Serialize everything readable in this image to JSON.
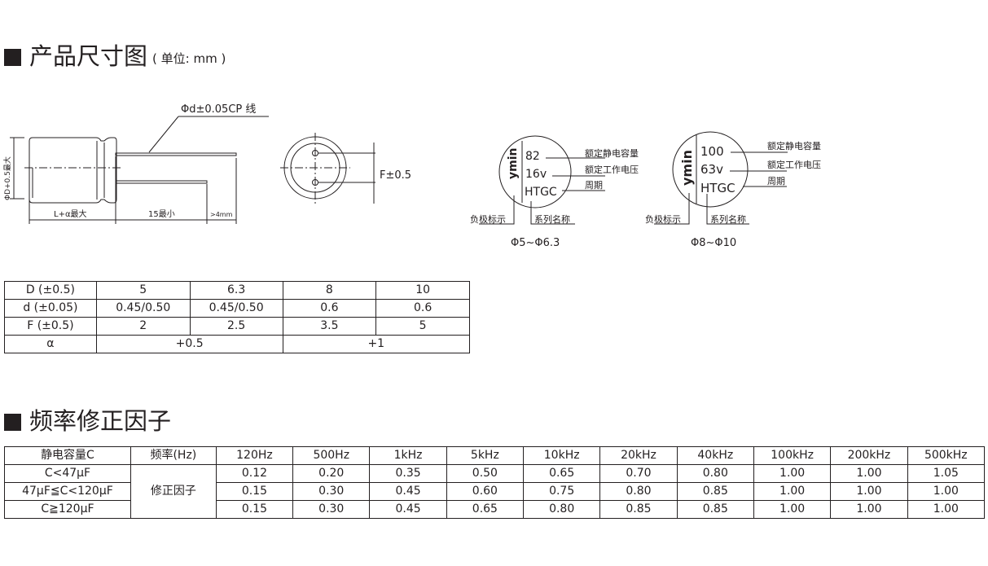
{
  "section1": {
    "title": "产品尺寸图",
    "unit": "( 单位: mm )"
  },
  "drawing": {
    "lead_label": "Φd±0.05CP 线",
    "diameter_label": "ΦD+0.5最大",
    "length_label": "L+α最大",
    "lead_min_label": "15最小",
    "gap_label": ">4mm",
    "spacing_label": "F±0.5"
  },
  "markings": [
    {
      "capacitance": "82",
      "voltage": "16v",
      "series": "HTGC",
      "size": "Φ5~Φ6.3",
      "logo": "ymin"
    },
    {
      "capacitance": "100",
      "voltage": "63v",
      "series": "HTGC",
      "size": "Φ8~Φ10",
      "logo": "ymin"
    }
  ],
  "marking_labels": {
    "rated_capacitance": "额定静电容量",
    "rated_voltage": "额定工作电压",
    "period": "周期",
    "negative": "负极标示",
    "series_name": "系列名称"
  },
  "dim_table": {
    "rows": [
      [
        "D (±0.5)",
        "5",
        "6.3",
        "8",
        "10"
      ],
      [
        "d (±0.05)",
        "0.45/0.50",
        "0.45/0.50",
        "0.6",
        "0.6"
      ],
      [
        "F (±0.5)",
        "2",
        "2.5",
        "3.5",
        "5"
      ]
    ],
    "alpha": {
      "label": "α",
      "small": "+0.5",
      "large": "+1"
    }
  },
  "section2": {
    "title": "频率修正因子"
  },
  "freq_table": {
    "header": [
      "静电容量C",
      "频率(Hz)",
      "120Hz",
      "500Hz",
      "1kHz",
      "5kHz",
      "10kHz",
      "20kHz",
      "40kHz",
      "100kHz",
      "200kHz",
      "500kHz"
    ],
    "factor_label": "修正因子",
    "rows": [
      {
        "cap": "C<47μF",
        "values": [
          "0.12",
          "0.20",
          "0.35",
          "0.50",
          "0.65",
          "0.70",
          "0.80",
          "1.00",
          "1.00",
          "1.05"
        ]
      },
      {
        "cap": "47μF≦C<120μF",
        "values": [
          "0.15",
          "0.30",
          "0.45",
          "0.60",
          "0.75",
          "0.80",
          "0.85",
          "1.00",
          "1.00",
          "1.00"
        ]
      },
      {
        "cap": "C≧120μF",
        "values": [
          "0.15",
          "0.30",
          "0.45",
          "0.65",
          "0.80",
          "0.85",
          "0.85",
          "1.00",
          "1.00",
          "1.00"
        ]
      }
    ]
  }
}
